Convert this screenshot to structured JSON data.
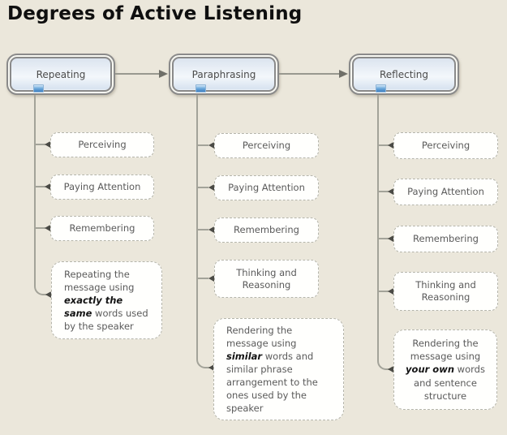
{
  "title": "Degrees of Active Listening",
  "colors": {
    "background": "#ebe7db",
    "root_node_fill_top": "#dbe4ef",
    "root_node_fill_bottom": "#d8e3f0",
    "root_node_border": "#8a8a8a",
    "child_fill": "#fffffd",
    "child_border_dashed": "#b5b5ab",
    "connector": "#a3a399",
    "marker": "#4a4a45",
    "arrow": "#6f6f68",
    "title_text": "#0f0f0f",
    "node_text": "#4b4b4b",
    "child_text": "#5a5a5a",
    "emphasis_text": "#141414",
    "collapse_icon_blue": "#3d7fc1"
  },
  "columns": [
    {
      "root": "Repeating",
      "children": [
        "Perceiving",
        "Paying Attention",
        "Remembering"
      ],
      "detail": {
        "pre": "Repeating the message using ",
        "em": "exactly the same",
        "post": " words used by the speaker"
      }
    },
    {
      "root": "Paraphrasing",
      "children": [
        "Perceiving",
        "Paying Attention",
        "Remembering",
        "Thinking and Reasoning"
      ],
      "detail": {
        "pre": "Rendering the message using ",
        "em": "similar",
        "post": " words and similar phrase arrangement to the ones used by the speaker"
      }
    },
    {
      "root": "Reflecting",
      "children": [
        "Perceiving",
        "Paying Attention",
        "Remembering",
        "Thinking and Reasoning"
      ],
      "detail": {
        "pre": "Rendering the message using ",
        "em": "your own",
        "post": " words and sentence structure"
      }
    }
  ]
}
